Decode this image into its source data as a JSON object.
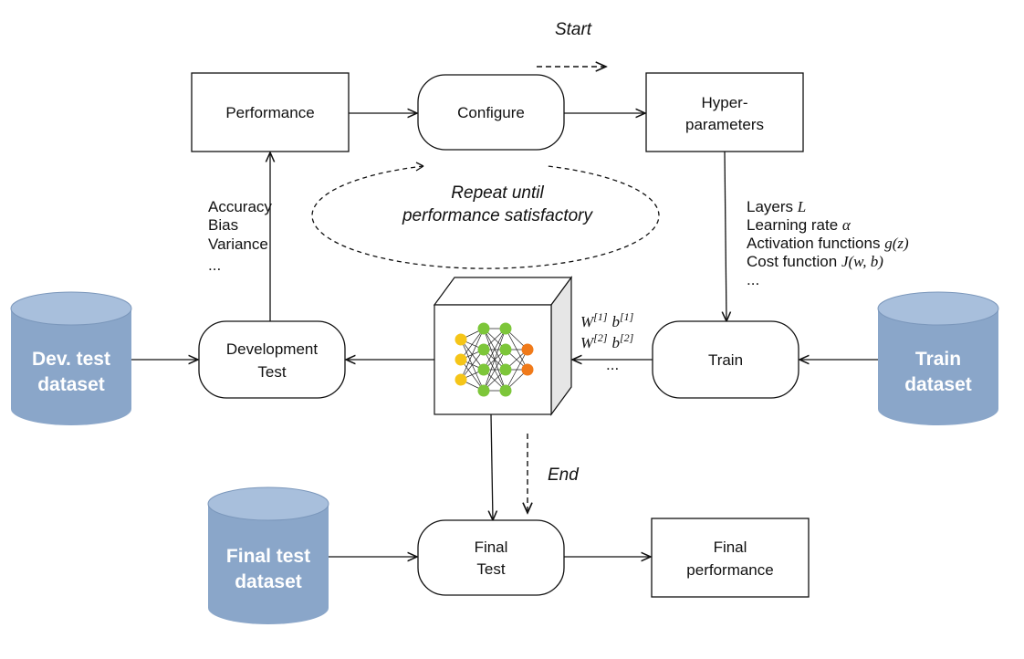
{
  "labels": {
    "start": "Start",
    "end": "End",
    "repeat_line1": "Repeat until",
    "repeat_line2": "performance satisfactory"
  },
  "nodes": {
    "performance": "Performance",
    "configure": "Configure",
    "hyper_line1": "Hyper-",
    "hyper_line2": "parameters",
    "dev_line1": "Development",
    "dev_line2": "Test",
    "train": "Train",
    "final_line1": "Final",
    "final_line2": "Test",
    "final_perf_line1": "Final",
    "final_perf_line2": "performance"
  },
  "datasets": {
    "dev_line1": "Dev. test",
    "dev_line2": "dataset",
    "train_line1": "Train",
    "train_line2": "dataset",
    "final_line1": "Final test",
    "final_line2": "dataset"
  },
  "metrics": [
    "Accuracy",
    "Bias",
    "Variance",
    "..."
  ],
  "hyperparams": {
    "layers": "Layers ",
    "layers_sym": "L",
    "lr": "Learning rate ",
    "lr_sym": "α",
    "act": "Activation functions ",
    "act_sym": "g(z)",
    "cost": "Cost function ",
    "cost_sym": "J(w, b)",
    "more": "..."
  },
  "weights": {
    "w1": "W",
    "w1_sup": "[1]",
    "b1": "b",
    "b1_sup": "[1]",
    "w2": "W",
    "w2_sup": "[2]",
    "b2": "b",
    "b2_sup": "[2]",
    "more": "..."
  },
  "colors": {
    "database": "#8aa6c9",
    "database_dark": "#7b97bb",
    "neuron_input": "#f5c518",
    "neuron_hidden": "#7dc63a",
    "neuron_output": "#f07a1a"
  }
}
